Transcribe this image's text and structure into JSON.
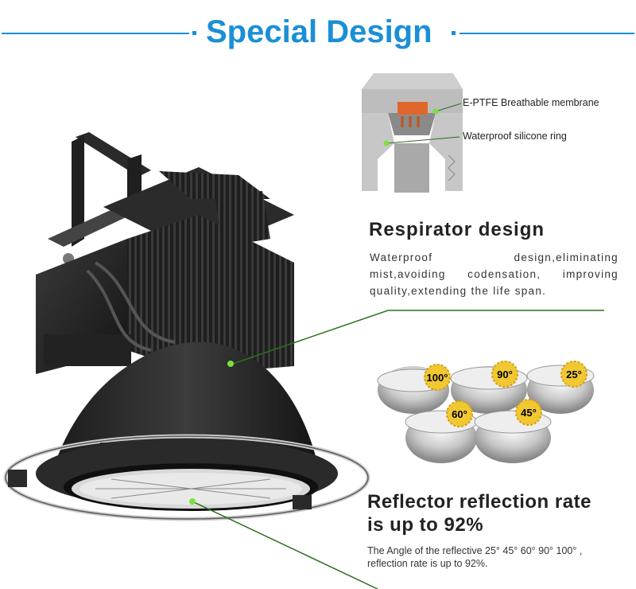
{
  "header": {
    "title": "Special Design"
  },
  "respirator": {
    "callout_membrane": "E-PTFE Breathable membrane",
    "callout_ring": "Waterproof silicone ring",
    "heading": "Respirator design",
    "description": "Waterproof design,eliminating mist,avoiding codensation, improving quality,extending the life span."
  },
  "reflector": {
    "angles": [
      "100°",
      "90°",
      "25°",
      "60°",
      "45°"
    ],
    "heading": "Reflector reflection rate is up to 92%",
    "description": "The Angle of the reflective 25° 45° 60° 90° 100° , reflection rate is up to 92%."
  },
  "colors": {
    "accent": "#1a8fd6",
    "leader": "#2e6e1f",
    "dot": "#7be040"
  }
}
